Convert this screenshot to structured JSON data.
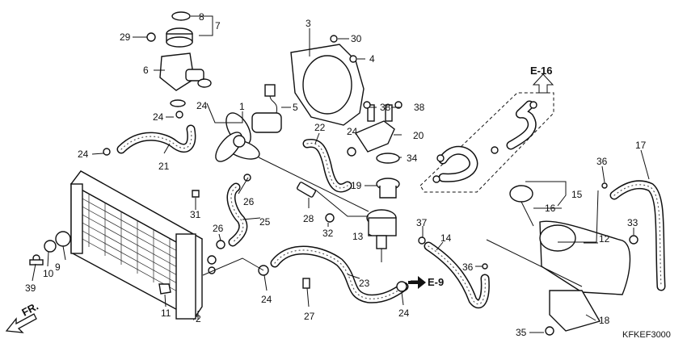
{
  "diagram_code": "KFKEF3000",
  "direction_label": "FR.",
  "refs": {
    "e16": "E-16",
    "e9": "E-9"
  },
  "callouts": {
    "c1": "1",
    "c2": "2",
    "c3": "3",
    "c4": "4",
    "c5": "5",
    "c6": "6",
    "c7": "7",
    "c8": "8",
    "c9": "9",
    "c10": "10",
    "c11": "11",
    "c12": "12",
    "c13": "13",
    "c14": "14",
    "c15": "15",
    "c16": "16",
    "c17": "17",
    "c18": "18",
    "c19": "19",
    "c20": "20",
    "c21": "21",
    "c22": "22",
    "c23": "23",
    "c24a": "24",
    "c24b": "24",
    "c24c": "24",
    "c24d": "24",
    "c24e": "24",
    "c24f": "24",
    "c25": "25",
    "c26a": "26",
    "c26b": "26",
    "c27": "27",
    "c28": "28",
    "c29": "29",
    "c30": "30",
    "c31": "31",
    "c32": "32",
    "c33": "33",
    "c34": "34",
    "c35": "35",
    "c36a": "36",
    "c36b": "36",
    "c37": "37",
    "c38a": "38",
    "c38b": "38",
    "c39": "39"
  }
}
